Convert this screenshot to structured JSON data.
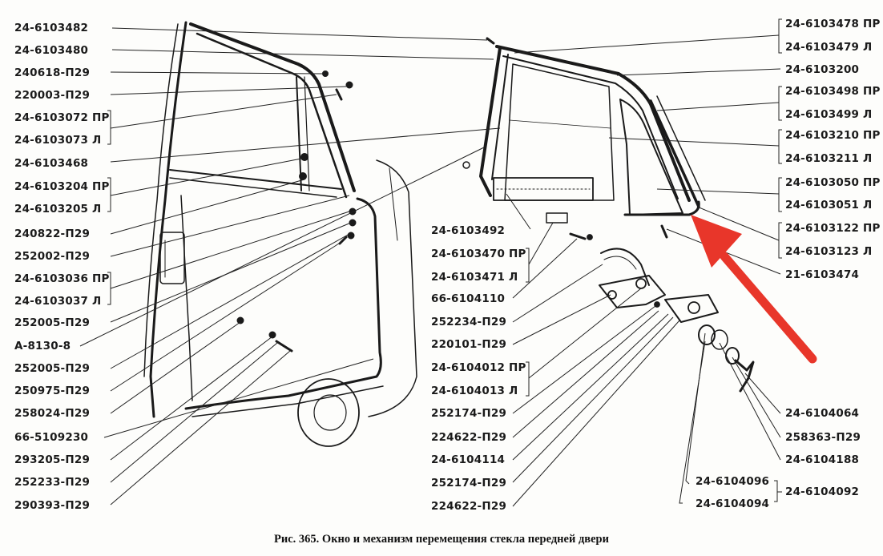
{
  "figure": {
    "caption": "Рис. 365. Окно и механизм перемещения стекла передней двери",
    "highlight_arrow_color": "#e8362a",
    "left_labels": [
      "24-6103482",
      "24-6103480",
      "240618-П29",
      "220003-П29",
      "24-6103072 ПР",
      "24-6103073 Л",
      "24-6103468",
      "24-6103204 ПР",
      "24-6103205 Л",
      "240822-П29",
      "252002-П29",
      "24-6103036 ПР",
      "24-6103037 Л",
      "252005-П29",
      "А-8130-8",
      "252005-П29",
      "250975-П29",
      "258024-П29",
      "66-5109230",
      "293205-П29",
      "252233-П29",
      "290393-П29"
    ],
    "middle_labels": [
      "24-6103492",
      "24-6103470 ПР",
      "24-6103471 Л",
      "66-6104110",
      "252234-П29",
      "220101-П29",
      "24-6104012 ПР",
      "24-6104013 Л",
      "252174-П29",
      "224622-П29",
      "24-6104114",
      "252174-П29",
      "224622-П29"
    ],
    "right_labels": [
      "24-6103478 ПР",
      "24-6103479 Л",
      "24-6103200",
      "24-6103498 ПР",
      "24-6103499 Л",
      "24-6103210 ПР",
      "24-6103211 Л",
      "24-6103050 ПР",
      "24-6103051 Л",
      "24-6103122 ПР",
      "24-6103123 Л",
      "21-6103474",
      "24-6104064",
      "258363-П29",
      "24-6104188"
    ],
    "bottom_labels": [
      "24-6104096",
      "24-6104094",
      "24-6104092"
    ]
  }
}
